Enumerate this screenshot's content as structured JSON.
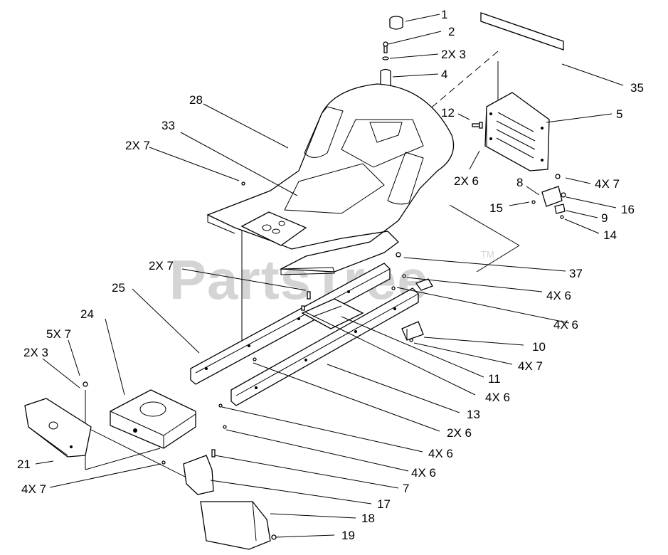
{
  "watermark": {
    "text": "PartsTree",
    "mark": "TM"
  },
  "callouts": [
    {
      "id": "c1",
      "label": "1"
    },
    {
      "id": "c2",
      "label": "2"
    },
    {
      "id": "c3",
      "label": "2X 3"
    },
    {
      "id": "c4",
      "label": "4"
    },
    {
      "id": "c35",
      "label": "35"
    },
    {
      "id": "c5",
      "label": "5"
    },
    {
      "id": "c12",
      "label": "12"
    },
    {
      "id": "c28",
      "label": "28"
    },
    {
      "id": "c33",
      "label": "33"
    },
    {
      "id": "c2x7a",
      "label": "2X 7"
    },
    {
      "id": "c2x6a",
      "label": "2X 6"
    },
    {
      "id": "c4x7a",
      "label": "4X 7"
    },
    {
      "id": "c8",
      "label": "8"
    },
    {
      "id": "c15",
      "label": "15"
    },
    {
      "id": "c16",
      "label": "16"
    },
    {
      "id": "c9",
      "label": "9"
    },
    {
      "id": "c14",
      "label": "14"
    },
    {
      "id": "c2x7b",
      "label": "2X 7"
    },
    {
      "id": "c37",
      "label": "37"
    },
    {
      "id": "c25",
      "label": "25"
    },
    {
      "id": "c4x6a",
      "label": "4X 6"
    },
    {
      "id": "c4x6b",
      "label": "4X 6"
    },
    {
      "id": "c24",
      "label": "24"
    },
    {
      "id": "c10",
      "label": "10"
    },
    {
      "id": "c5x7",
      "label": "5X 7"
    },
    {
      "id": "c4x7b",
      "label": "4X 7"
    },
    {
      "id": "c2x3b",
      "label": "2X 3"
    },
    {
      "id": "c11",
      "label": "11"
    },
    {
      "id": "c4x6c",
      "label": "4X 6"
    },
    {
      "id": "c13",
      "label": "13"
    },
    {
      "id": "c2x6b",
      "label": "2X 6"
    },
    {
      "id": "c4x6d",
      "label": "4X 6"
    },
    {
      "id": "c21",
      "label": "21"
    },
    {
      "id": "c4x6e",
      "label": "4X 6"
    },
    {
      "id": "c4x7c",
      "label": "4X 7"
    },
    {
      "id": "c7",
      "label": "7"
    },
    {
      "id": "c17",
      "label": "17"
    },
    {
      "id": "c18",
      "label": "18"
    },
    {
      "id": "c19",
      "label": "19"
    }
  ]
}
